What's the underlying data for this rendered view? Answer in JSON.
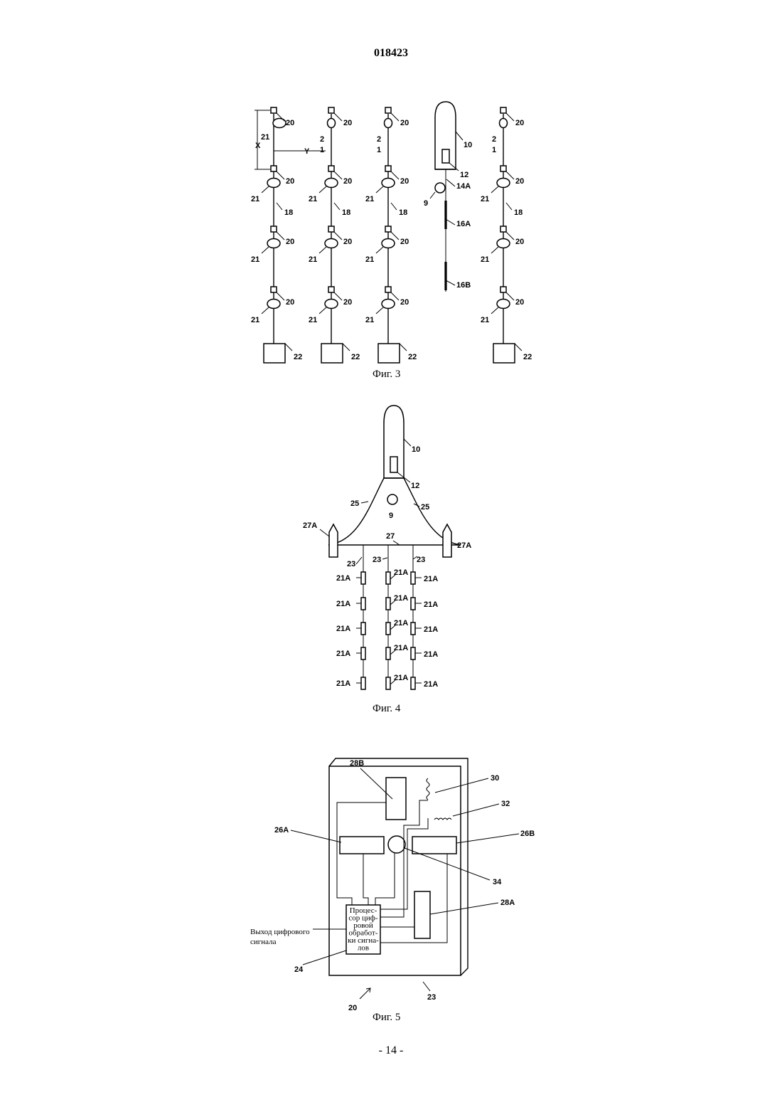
{
  "header": {
    "doc_number": "018423"
  },
  "footer": {
    "page_number": "- 14 -"
  },
  "figures": {
    "fig3": {
      "caption": "Фиг. 3",
      "labels": {
        "sensor": "20",
        "cable": "21",
        "line": "18",
        "anchor": "22",
        "x": "X",
        "y": "Y",
        "ship": "10",
        "unit": "12",
        "streamer_head": "14A",
        "buoy": "9",
        "streamer_a": "16A",
        "streamer_b": "16B",
        "digit_2": "2",
        "digit_1": "1"
      }
    },
    "fig4": {
      "caption": "Фиг. 4",
      "labels": {
        "ship": "10",
        "unit": "12",
        "buoy": "9",
        "tow_rope": "25",
        "spreader": "27",
        "paravane": "27A",
        "cable": "23",
        "node": "21A"
      }
    },
    "fig5": {
      "caption": "Фиг. 5",
      "labels": {
        "block_28b": "28B",
        "coil_30": "30",
        "coil_32": "32",
        "block_26a": "26A",
        "block_26b": "26B",
        "sphere_34": "34",
        "block_28a": "28A",
        "dsp": "24",
        "housing": "23",
        "unit": "20"
      },
      "dsp_text": [
        "Процес-",
        "сор циф-",
        "ровой",
        "обработ-",
        "ки сигна-",
        "лов"
      ],
      "output_label": [
        "Выход цифрового",
        "сигнала"
      ]
    }
  }
}
